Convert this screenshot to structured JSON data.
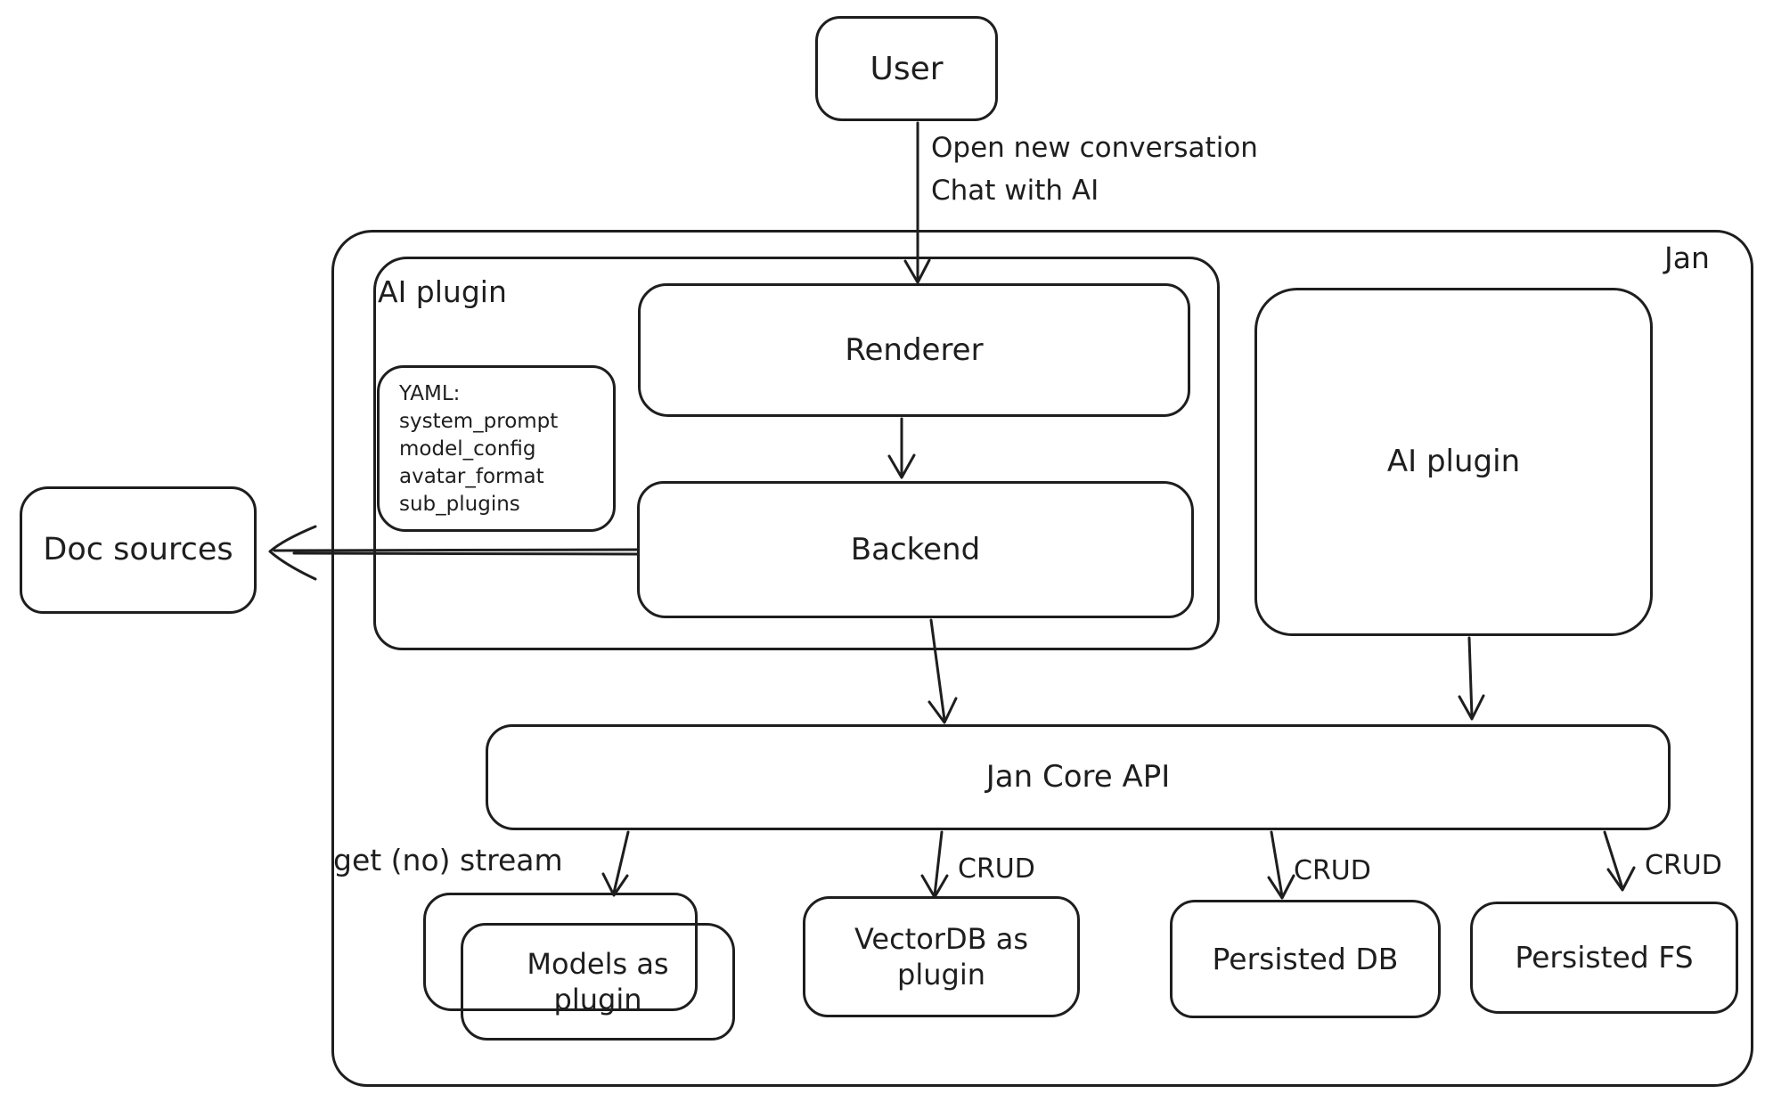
{
  "nodes": {
    "user": {
      "label": "User"
    },
    "jan": {
      "label": "Jan"
    },
    "ai_plugin_group": {
      "label": "AI plugin"
    },
    "renderer": {
      "label": "Renderer"
    },
    "yaml_note": {
      "title": "YAML:",
      "lines": [
        "system_prompt",
        "model_config",
        "avatar_format",
        "sub_plugins"
      ]
    },
    "backend": {
      "label": "Backend"
    },
    "doc_sources": {
      "label": "Doc sources"
    },
    "ai_plugin_right": {
      "label": "AI plugin"
    },
    "jan_core_api": {
      "label": "Jan Core API"
    },
    "models_plugin": {
      "label": "Models as plugin"
    },
    "vectordb_plugin": {
      "label": "VectorDB as plugin"
    },
    "persisted_db": {
      "label": "Persisted DB"
    },
    "persisted_fs": {
      "label": "Persisted FS"
    }
  },
  "edges": {
    "user_to_renderer": {
      "label_line1": "Open new conversation",
      "label_line2": "Chat with AI"
    },
    "api_to_models": {
      "label": "get (no) stream"
    },
    "api_to_vectordb": {
      "label": "CRUD"
    },
    "api_to_persisted_db": {
      "label": "CRUD"
    },
    "api_to_persisted_fs": {
      "label": "CRUD"
    }
  },
  "colors": {
    "stroke": "#1e1e1e",
    "background": "#ffffff"
  }
}
